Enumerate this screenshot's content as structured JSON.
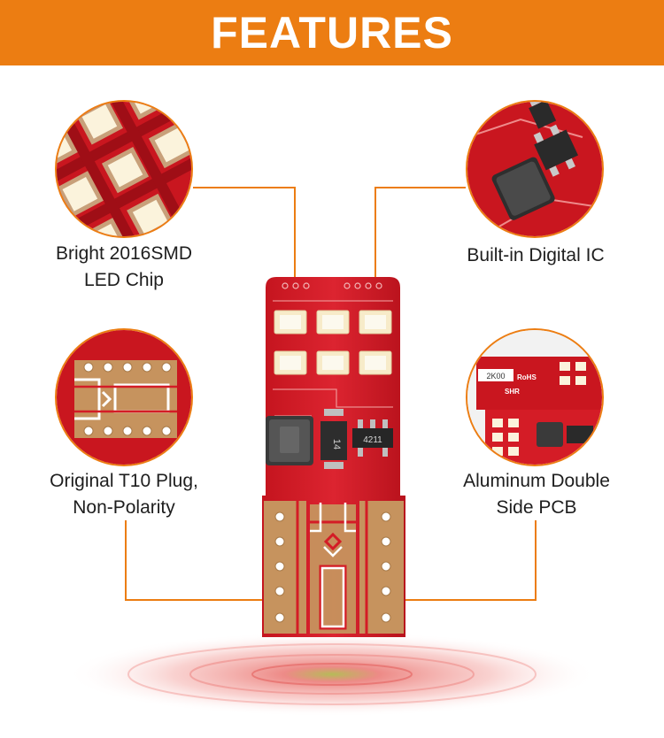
{
  "banner": {
    "title": "FEATURES",
    "color": "#ec7d12"
  },
  "features": [
    {
      "id": "chip",
      "line1": "Bright 2016SMD",
      "line2": "LED Chip"
    },
    {
      "id": "ic",
      "line1": "Built-in Digital IC",
      "line2": ""
    },
    {
      "id": "plug",
      "line1": "Original T10 Plug,",
      "line2": "Non-Polarity"
    },
    {
      "id": "pcb",
      "line1": "Aluminum Double",
      "line2": "Side PCB"
    }
  ],
  "board_markings": {
    "ic_code": "4211",
    "inductor_code": "14",
    "pcb_brand": "SHR",
    "pcb_rohs": "RoHS",
    "pcb_code": "2K00"
  },
  "colors": {
    "accent": "#ec7d12",
    "pcb_red": "#d41c26",
    "pad_gold": "#c6935e",
    "led_cream": "#f7ebc9"
  }
}
